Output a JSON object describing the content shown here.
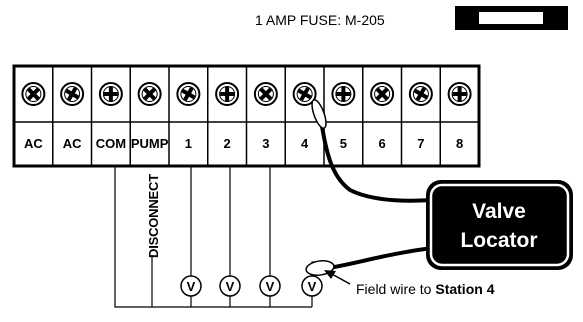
{
  "fuse": {
    "label": "1 AMP FUSE: M-205"
  },
  "terminals": [
    "AC",
    "AC",
    "COM",
    "PUMP",
    "1",
    "2",
    "3",
    "4",
    "5",
    "6",
    "7",
    "8"
  ],
  "disconnect_label": "DISCONNECT",
  "valve_symbol": "V",
  "valve_count": 4,
  "locator": {
    "line1": "Valve",
    "line2": "Locator"
  },
  "field_wire": {
    "prefix": "Field wire to ",
    "station": "Station 4"
  }
}
